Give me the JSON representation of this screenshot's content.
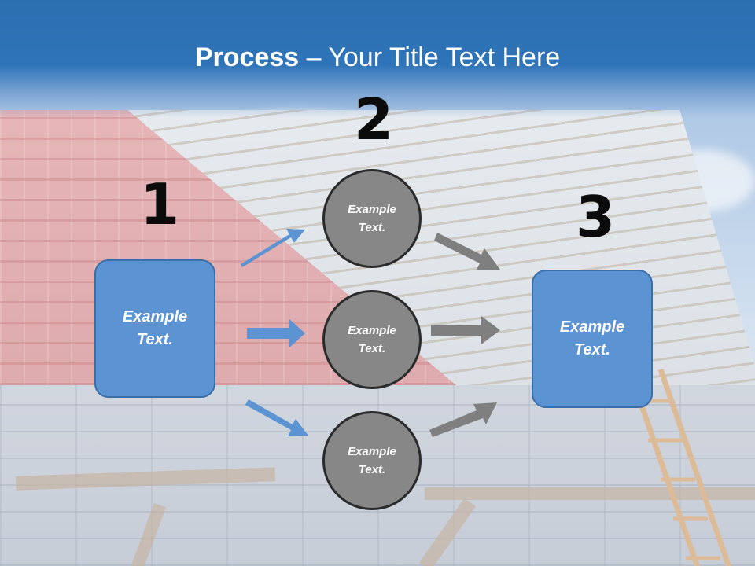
{
  "slide": {
    "title_bold": "Process",
    "title_rest": " – Your Title Text Here",
    "steps": [
      {
        "number": "1",
        "text_line1": "Example",
        "text_line2": "Text."
      },
      {
        "number": "2",
        "circles": [
          {
            "text_line1": "Example",
            "text_line2": "Text."
          },
          {
            "text_line1": "Example",
            "text_line2": "Text."
          },
          {
            "text_line1": "Example",
            "text_line2": "Text."
          }
        ]
      },
      {
        "number": "3",
        "text_line1": "Example",
        "text_line2": "Text."
      }
    ]
  },
  "colors": {
    "header": "#2f74b8",
    "box_fill": "#5b93d3",
    "circle_fill": "#878787",
    "blue_arrow": "#5b93d3",
    "grey_arrow": "#808080"
  }
}
